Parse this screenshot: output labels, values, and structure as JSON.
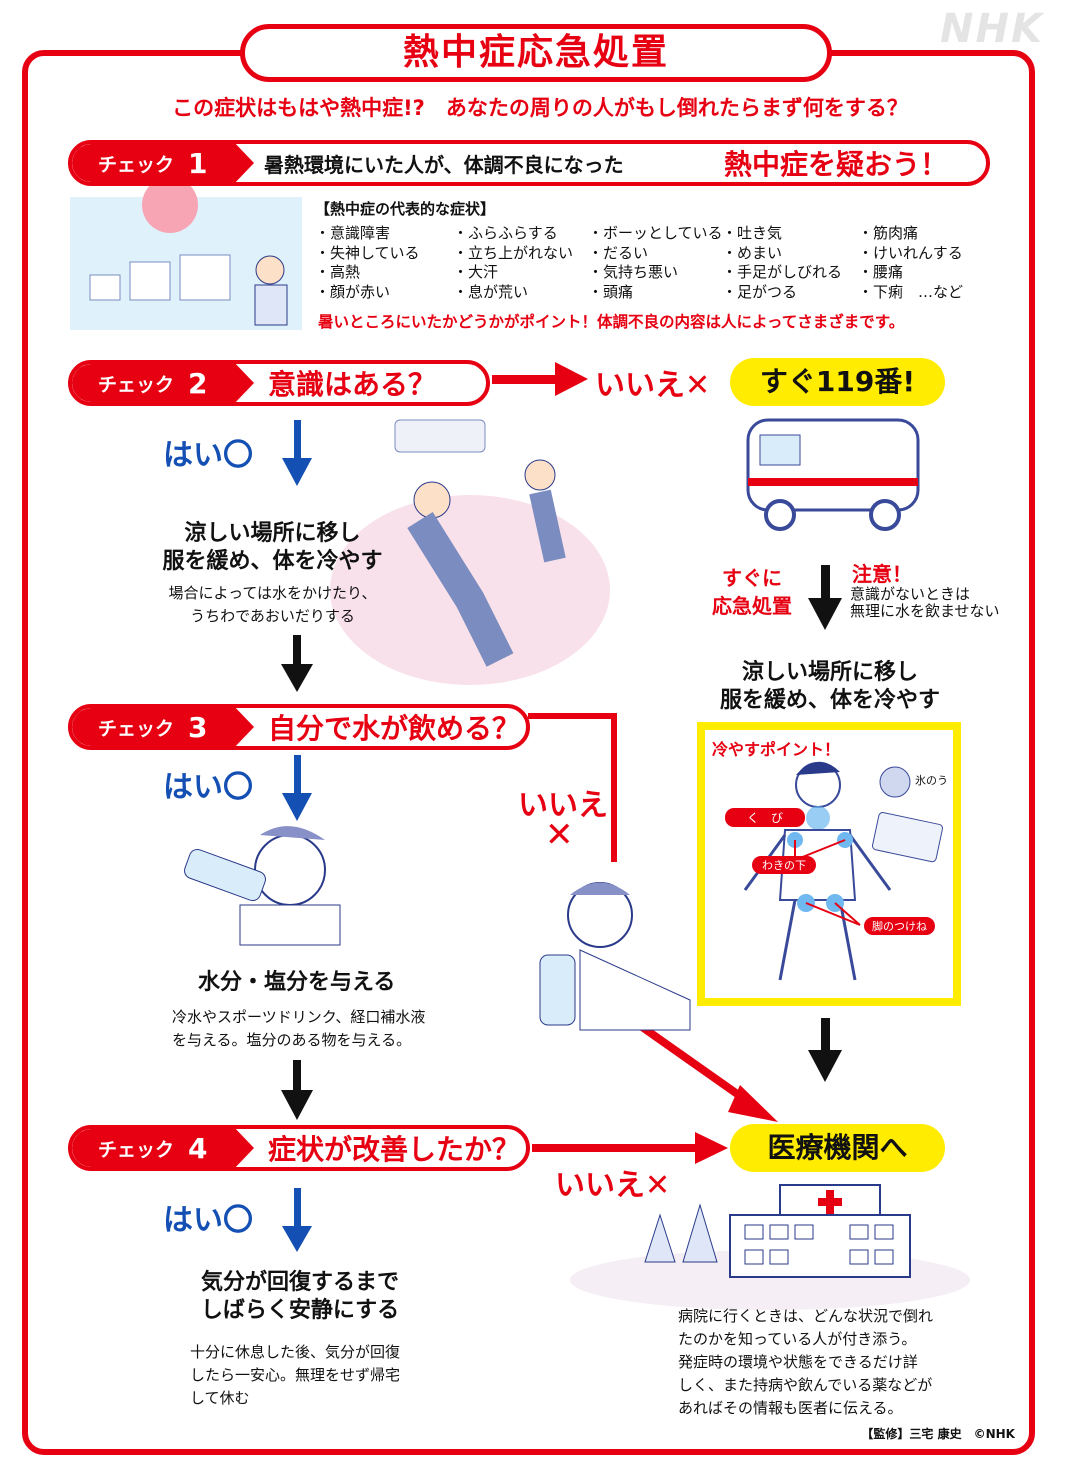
{
  "title": "熱中症応急処置",
  "watermark": "NHK",
  "subtitle": "この症状はもはや熱中症!?　あなたの周りの人がもし倒れたらまず何をする？",
  "check_label": "チェック",
  "check1": {
    "num": "1",
    "text": "暑熱環境にいた人が、体調不良になった",
    "result": "熱中症を疑おう！"
  },
  "symptoms": {
    "header": "【熱中症の代表的な症状】",
    "columns": [
      [
        "・意識障害",
        "・失神している",
        "・高熱",
        "・顔が赤い"
      ],
      [
        "・ふらふらする",
        "・立ち上がれない",
        "・大汗",
        "・息が荒い"
      ],
      [
        "・ボーッとしている",
        "・だるい",
        "・気持ち悪い",
        "・頭痛"
      ],
      [
        "・吐き気",
        "・めまい",
        "・手足がしびれる",
        "・足がつる"
      ],
      [
        "・筋肉痛",
        "・けいれんする",
        "・腰痛",
        "・下痢　…など"
      ]
    ],
    "note": "暑いところにいたかどうかがポイント！体調不良の内容は人によってさまざまです。"
  },
  "check2": {
    "num": "2",
    "question": "意識はある？",
    "no": "いいえ✕",
    "no_action": "すぐ119番!",
    "yes": "はい〇",
    "yes_action": [
      "涼しい場所に移し",
      "服を緩め、体を冷やす"
    ],
    "yes_detail": [
      "場合によっては水をかけたり、",
      "うちわであおいだりする"
    ]
  },
  "emergency": {
    "label": [
      "すぐに",
      "応急処置"
    ],
    "caution_title": "注意！",
    "caution": [
      "意識がないときは",
      "無理に水を飲ませない"
    ],
    "action": [
      "涼しい場所に移し",
      "服を緩め、体を冷やす"
    ]
  },
  "cooling": {
    "title": "冷やすポイント！",
    "neck": "く　び",
    "armpit": "わきの下",
    "groin": "脚のつけね",
    "ice_bag": "氷のう"
  },
  "check3": {
    "num": "3",
    "question": "自分で水が飲める？",
    "no": "いいえ",
    "no_mark": "✕",
    "yes": "はい〇",
    "yes_action": "水分・塩分を与える",
    "yes_detail": [
      "冷水やスポーツドリンク、経口補水液",
      "を与える。塩分のある物を与える。"
    ]
  },
  "check4": {
    "num": "4",
    "question": "症状が改善したか？",
    "no": "いいえ✕",
    "no_action": "医療機関へ",
    "yes": "はい〇",
    "yes_action": [
      "気分が回復するまで",
      "しばらく安静にする"
    ],
    "yes_detail": [
      "十分に休息した後、気分が回復",
      "したら一安心。無理をせず帰宅",
      "して休む"
    ]
  },
  "hospital_note": [
    "病院に行くときは、どんな状況で倒れ",
    "たのかを知っている人が付き添う。",
    "発症時の環境や状態をできるだけ詳",
    "しく、また持病や飲んでいる薬などが",
    "あればその情報も医者に伝える。"
  ],
  "credit": "【監修】三宅 康史　©NHK",
  "colors": {
    "red": "#e60012",
    "blue": "#1450b4",
    "yellow": "#ffec00"
  }
}
